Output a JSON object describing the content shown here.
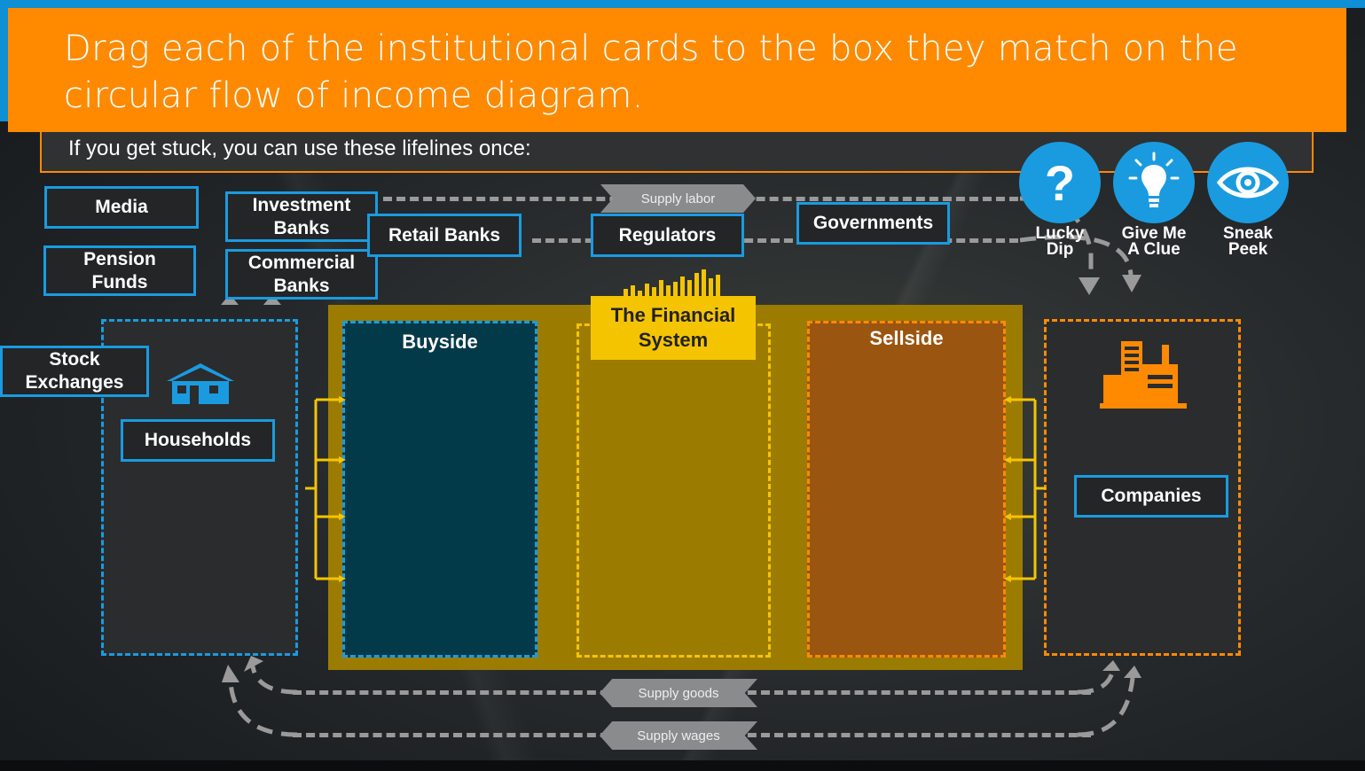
{
  "instructions": {
    "title_line1": "Drag each of the institutional cards to the box they match on the",
    "title_line2": "circular flow of income diagram.",
    "lifelines_prompt": "If you get stuck, you can use these lifelines once:"
  },
  "cards": {
    "media": "Media",
    "pension_line1": "Pension",
    "pension_line2": "Funds",
    "investment_line1": "Investment",
    "investment_line2": "Banks",
    "commercial_line1": "Commercial",
    "commercial_line2": "Banks",
    "retail": "Retail Banks",
    "regulators": "Regulators",
    "governments": "Governments",
    "stock_line1": "Stock",
    "stock_line2": "Exchanges",
    "households": "Households",
    "companies": "Companies"
  },
  "flow_labels": {
    "supply_labor": "Supply labor",
    "supply_goods": "Supply goods",
    "supply_wages": "Supply wages"
  },
  "diagram": {
    "financial_system_line1": "The Financial",
    "financial_system_line2": "System",
    "buyside": "Buyside",
    "sellside": "Sellside"
  },
  "lifelines": [
    {
      "line1": "Lucky",
      "line2": "Dip",
      "icon": "question-icon"
    },
    {
      "line1": "Give Me",
      "line2": "A Clue",
      "icon": "lightbulb-icon"
    },
    {
      "line1": "Sneak",
      "line2": "Peek",
      "icon": "eye-icon"
    }
  ],
  "colors": {
    "accent_orange": "#ff8a00",
    "accent_blue": "#1a9be0",
    "financial_system": "#9c7c00",
    "buyside": "#033a4a",
    "sellside": "#9a5510",
    "label_yellow": "#f5c400"
  }
}
